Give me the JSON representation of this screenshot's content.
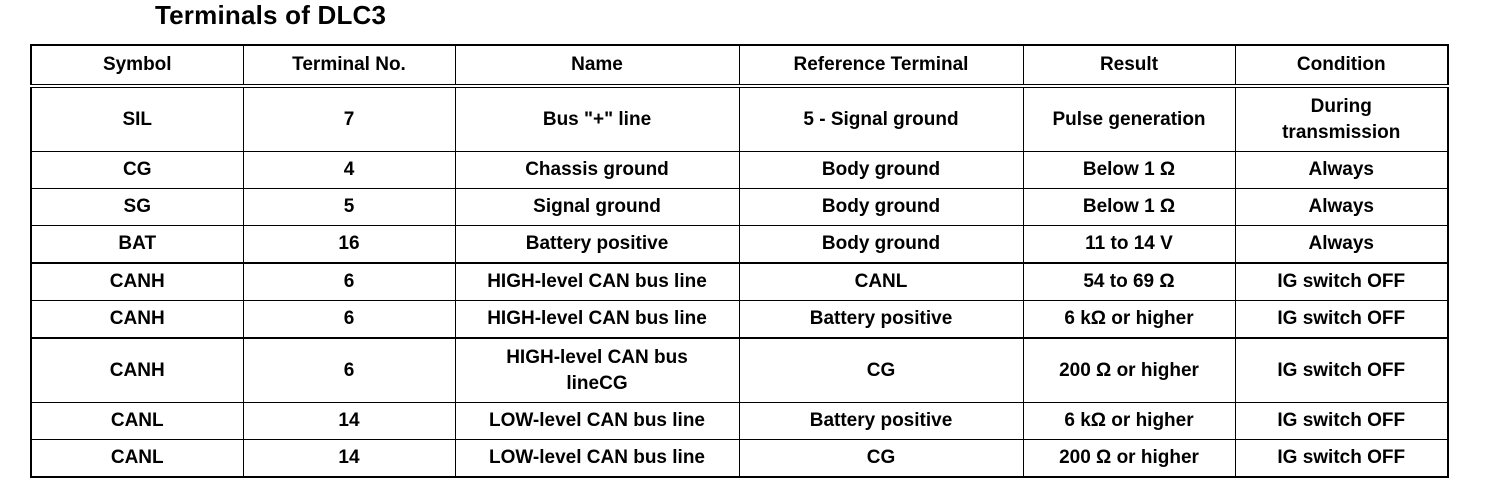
{
  "title": "Terminals of DLC3",
  "columns": [
    "Symbol",
    "Terminal No.",
    "Name",
    "Reference Terminal",
    "Result",
    "Condition"
  ],
  "rows": [
    {
      "symbol": "SIL",
      "terminal": "7",
      "name": "Bus \"+\" line",
      "reference": "5 - Signal ground",
      "result": "Pulse generation",
      "condition": "During transmission"
    },
    {
      "symbol": "CG",
      "terminal": "4",
      "name": "Chassis ground",
      "reference": "Body ground",
      "result": "Below 1 Ω",
      "condition": "Always"
    },
    {
      "symbol": "SG",
      "terminal": "5",
      "name": "Signal ground",
      "reference": "Body ground",
      "result": "Below 1 Ω",
      "condition": "Always"
    },
    {
      "symbol": "BAT",
      "terminal": "16",
      "name": "Battery positive",
      "reference": "Body ground",
      "result": "11 to 14 V",
      "condition": "Always"
    },
    {
      "symbol": "CANH",
      "terminal": "6",
      "name": "HIGH-level CAN bus line",
      "reference": "CANL",
      "result": "54 to 69 Ω",
      "condition": "IG switch OFF"
    },
    {
      "symbol": "CANH",
      "terminal": "6",
      "name": "HIGH-level CAN bus line",
      "reference": "Battery positive",
      "result": "6 kΩ or higher",
      "condition": "IG switch OFF"
    },
    {
      "symbol": "CANH",
      "terminal": "6",
      "name": "HIGH-level CAN bus lineCG",
      "reference": "CG",
      "result": "200 Ω or higher",
      "condition": "IG switch OFF"
    },
    {
      "symbol": "CANL",
      "terminal": "14",
      "name": "LOW-level CAN bus line",
      "reference": "Battery positive",
      "result": "6 kΩ or higher",
      "condition": "IG switch OFF"
    },
    {
      "symbol": "CANL",
      "terminal": "14",
      "name": "LOW-level CAN bus line",
      "reference": "CG",
      "result": "200 Ω or higher",
      "condition": "IG switch OFF"
    }
  ]
}
